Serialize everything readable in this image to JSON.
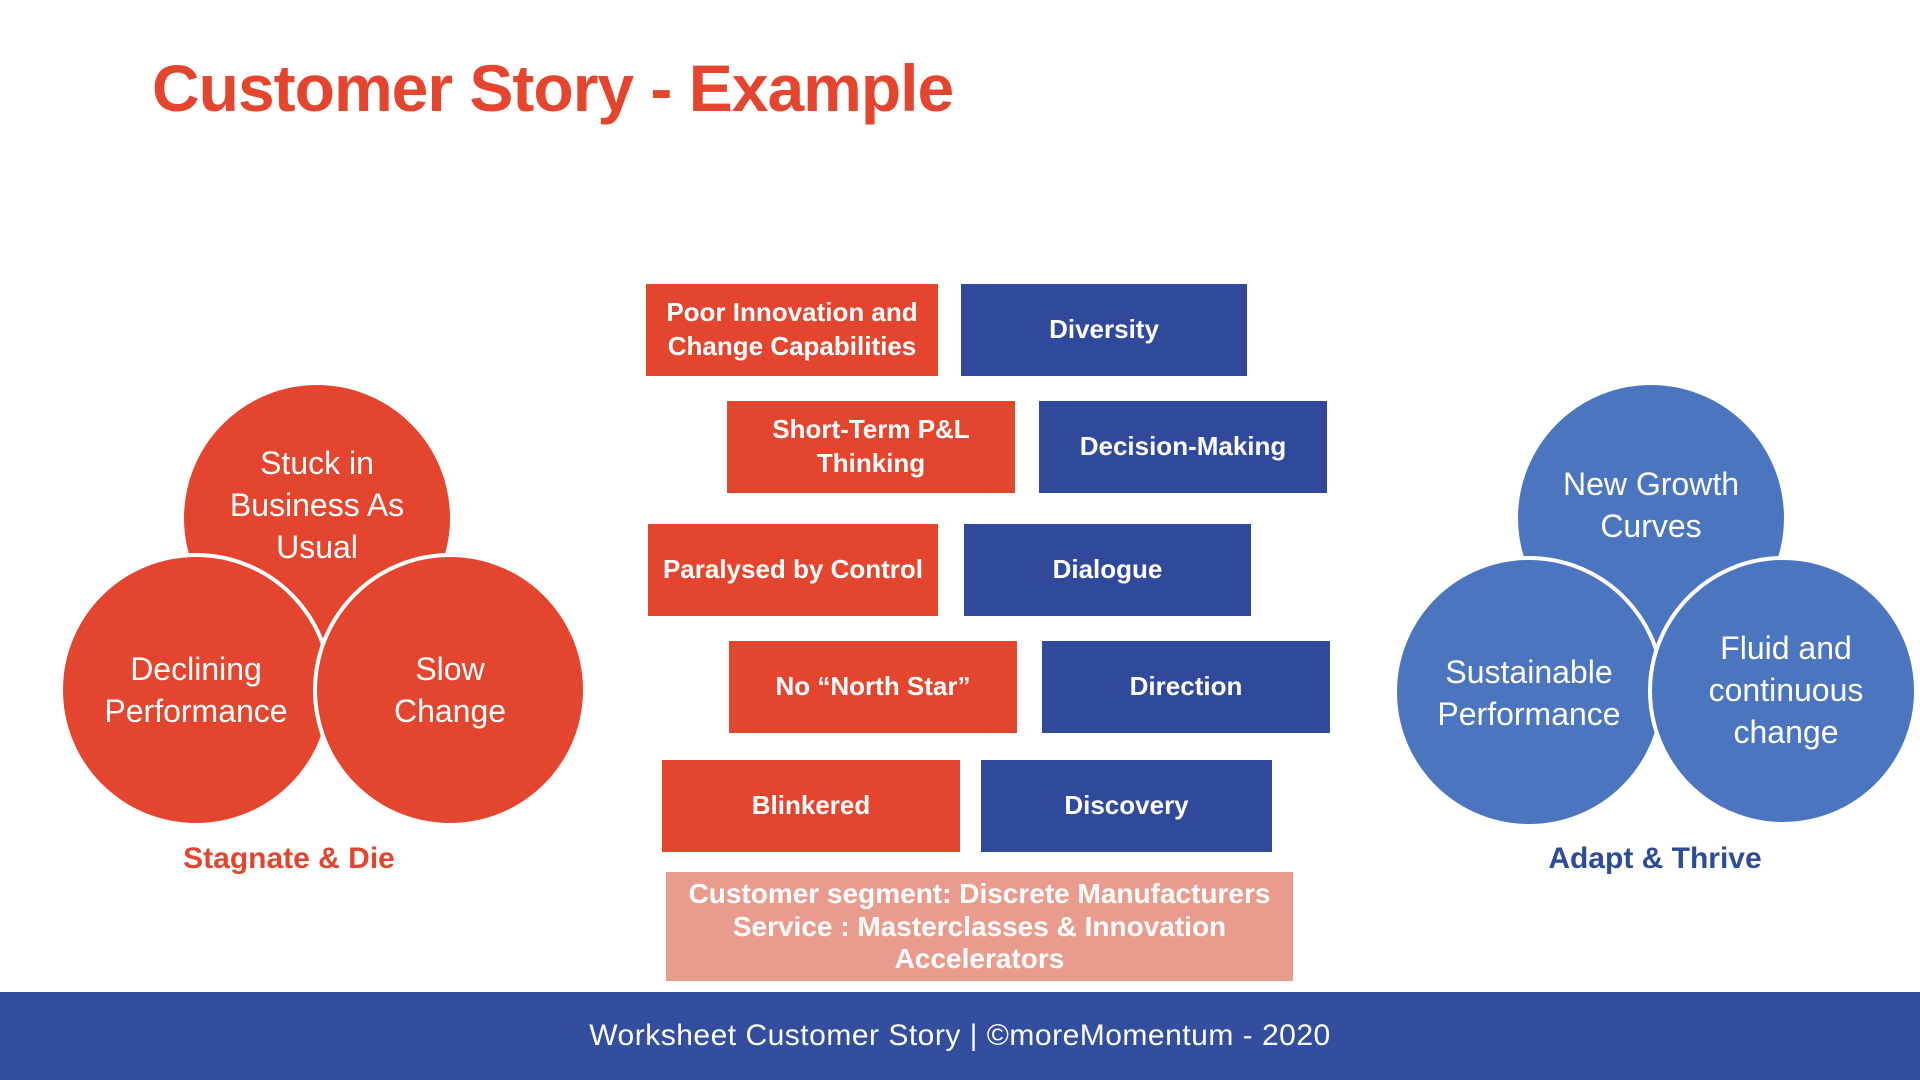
{
  "slide": {
    "title": "Customer Story - Example",
    "left_cluster": {
      "circle_top": "Stuck in Business As Usual",
      "circle_left": "Declining Performance",
      "circle_right": "Slow Change",
      "label": "Stagnate & Die"
    },
    "pain_gain_rows": [
      {
        "pain": "Poor Innovation and Change Capabilities",
        "gain": "Diversity"
      },
      {
        "pain": "Short-Term P&L Thinking",
        "gain": "Decision-Making"
      },
      {
        "pain": "Paralysed by Control",
        "gain": "Dialogue"
      },
      {
        "pain": "No “North Star”",
        "gain": "Direction"
      },
      {
        "pain": "Blinkered",
        "gain": "Discovery"
      }
    ],
    "summary": {
      "line1": "Customer segment: Discrete Manufacturers",
      "line2": "Service : Masterclasses & Innovation Accelerators"
    },
    "right_cluster": {
      "circle_top": "New Growth Curves",
      "circle_left": "Sustainable Performance",
      "circle_right": "Fluid and continuous change",
      "label": "Adapt & Thrive"
    },
    "footer": "Worksheet Customer Story | ©moreMomentum - 2020",
    "colors": {
      "red": "#E4452E",
      "navy_box": "#31499B",
      "circle_blue": "#4C75C0",
      "salmon": "#E99B8E",
      "footer_navy": "#334E9F",
      "label_navy": "#2E4A9A"
    }
  }
}
